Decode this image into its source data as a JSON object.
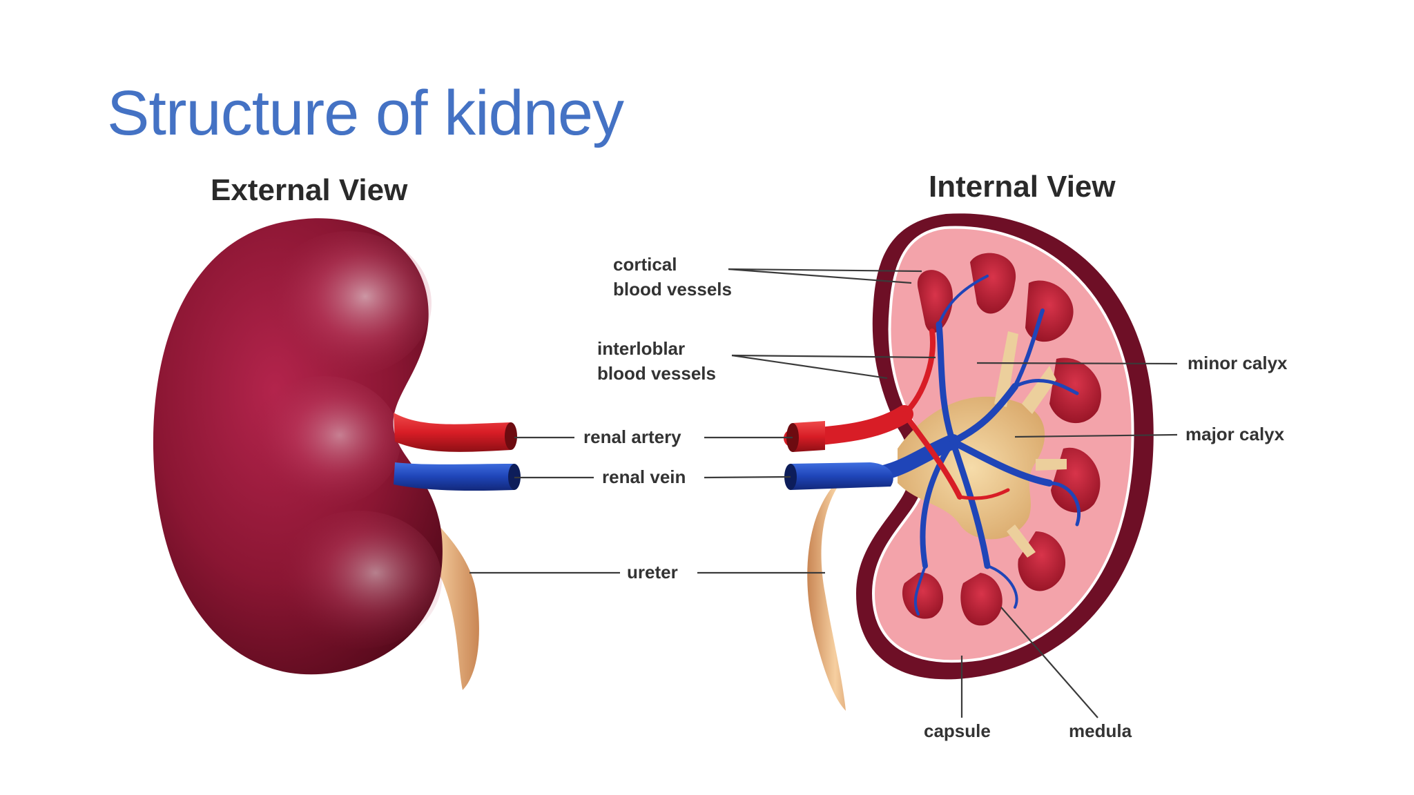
{
  "slide": {
    "title": "Structure of kidney"
  },
  "diagram": {
    "external_title": "External View",
    "internal_title": "Internal View",
    "labels": {
      "cortical_1": "cortical",
      "cortical_2": "blood vessels",
      "interlobar_1": "interloblar",
      "interlobar_2": "blood vessels",
      "minor_calyx": "minor calyx",
      "major_calyx": "major calyx",
      "renal_artery": "renal artery",
      "renal_vein": "renal vein",
      "ureter": "ureter",
      "capsule": "capsule",
      "medula": "medula"
    },
    "colors": {
      "kidney_dark": "#6e0f26",
      "kidney_mid": "#a51d44",
      "artery": "#d81d26",
      "vein": "#1f45b8",
      "ureter": "#e6b07a",
      "pelvis": "#eccf9c",
      "pyramid": "#c0243a",
      "cortex": "#f3a3aa",
      "title_blue": "#4472c4"
    }
  }
}
